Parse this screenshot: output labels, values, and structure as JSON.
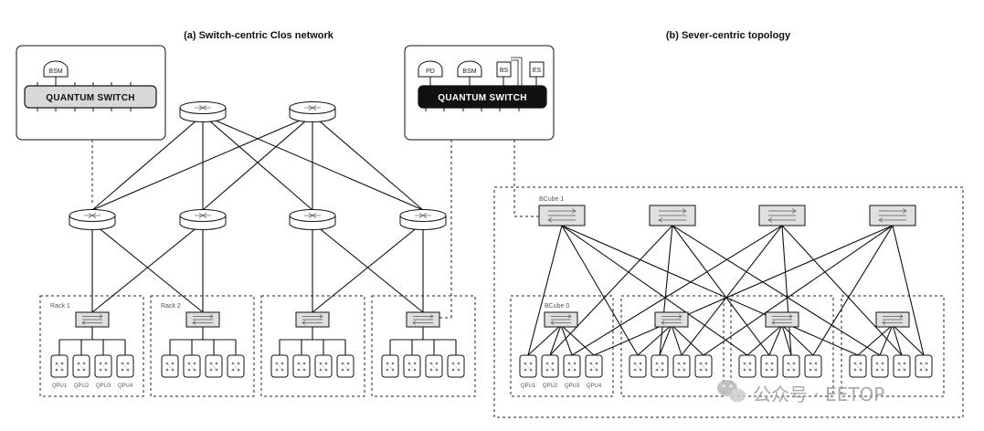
{
  "left_panel": {
    "title": "(a) Switch-centric Clos network",
    "callout": {
      "switch_label": "QUANTUM SWITCH",
      "module": "BSM"
    },
    "rack_labels": [
      "Rack 1",
      "Rack 2"
    ],
    "qpu_labels": [
      "QPU1",
      "QPU2",
      "QPU3",
      "QPU4"
    ]
  },
  "right_panel": {
    "title": "(b) Sever-centric topology",
    "callout": {
      "switch_label": "QUANTUM SWITCH",
      "modules": [
        "PD",
        "BSM",
        "BS",
        "ES"
      ]
    },
    "bcube_labels": [
      "BCube 1",
      "BCube 0"
    ],
    "qpu_labels": [
      "QPU1",
      "QPU2",
      "QPU3",
      "QPU4"
    ]
  },
  "watermark": {
    "text": "公众号 · EETOP"
  }
}
